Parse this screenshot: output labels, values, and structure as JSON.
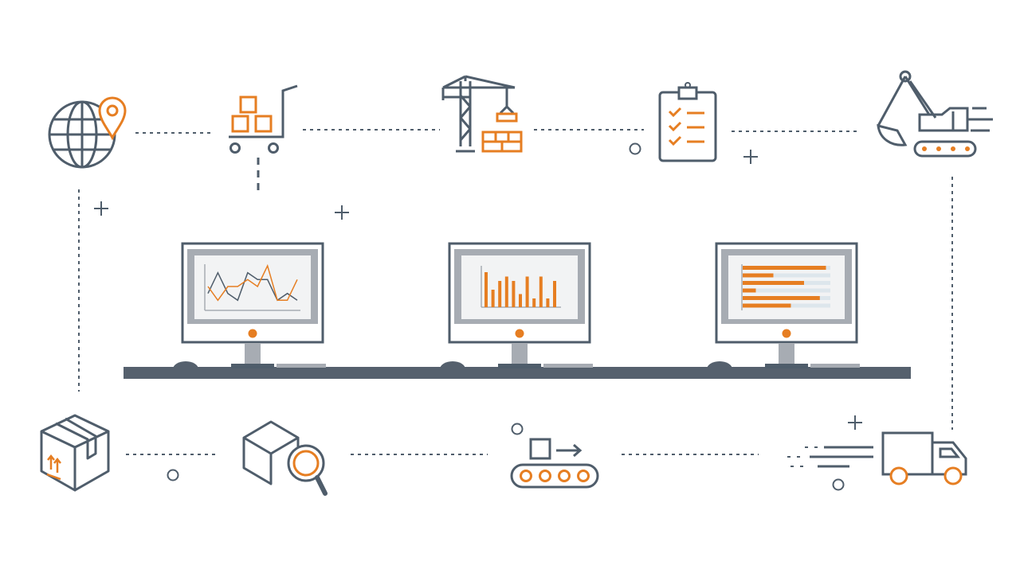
{
  "colors": {
    "ink": "#4f5d6b",
    "accent": "#e67e22",
    "screen_frame": "#a7acb3",
    "screen": "#f2f3f4",
    "desk": "#55606d"
  },
  "icons": [
    "globe-location-icon",
    "shopping-cart-boxes-icon",
    "crane-construction-icon",
    "clipboard-checklist-icon",
    "excavator-icon",
    "package-box-icon",
    "box-search-icon",
    "conveyor-belt-icon",
    "delivery-truck-icon"
  ],
  "monitors": [
    {
      "name": "monitor-line-chart",
      "chart": "line"
    },
    {
      "name": "monitor-bar-chart",
      "chart": "bar"
    },
    {
      "name": "monitor-horizontal-bar-chart",
      "chart": "horizontal-bar"
    }
  ],
  "mini_charts": {
    "line_dark": [
      2,
      5,
      2,
      1,
      5,
      4,
      4,
      1,
      2,
      1
    ],
    "line_orange": [
      3,
      1,
      3,
      3,
      4,
      3,
      6,
      1,
      1,
      4
    ],
    "bars": [
      8,
      4,
      6,
      7,
      6,
      3,
      7,
      2,
      7,
      2,
      6
    ],
    "hbars": [
      0.95,
      0.35,
      0.7,
      0.15,
      0.88,
      0.55
    ]
  }
}
